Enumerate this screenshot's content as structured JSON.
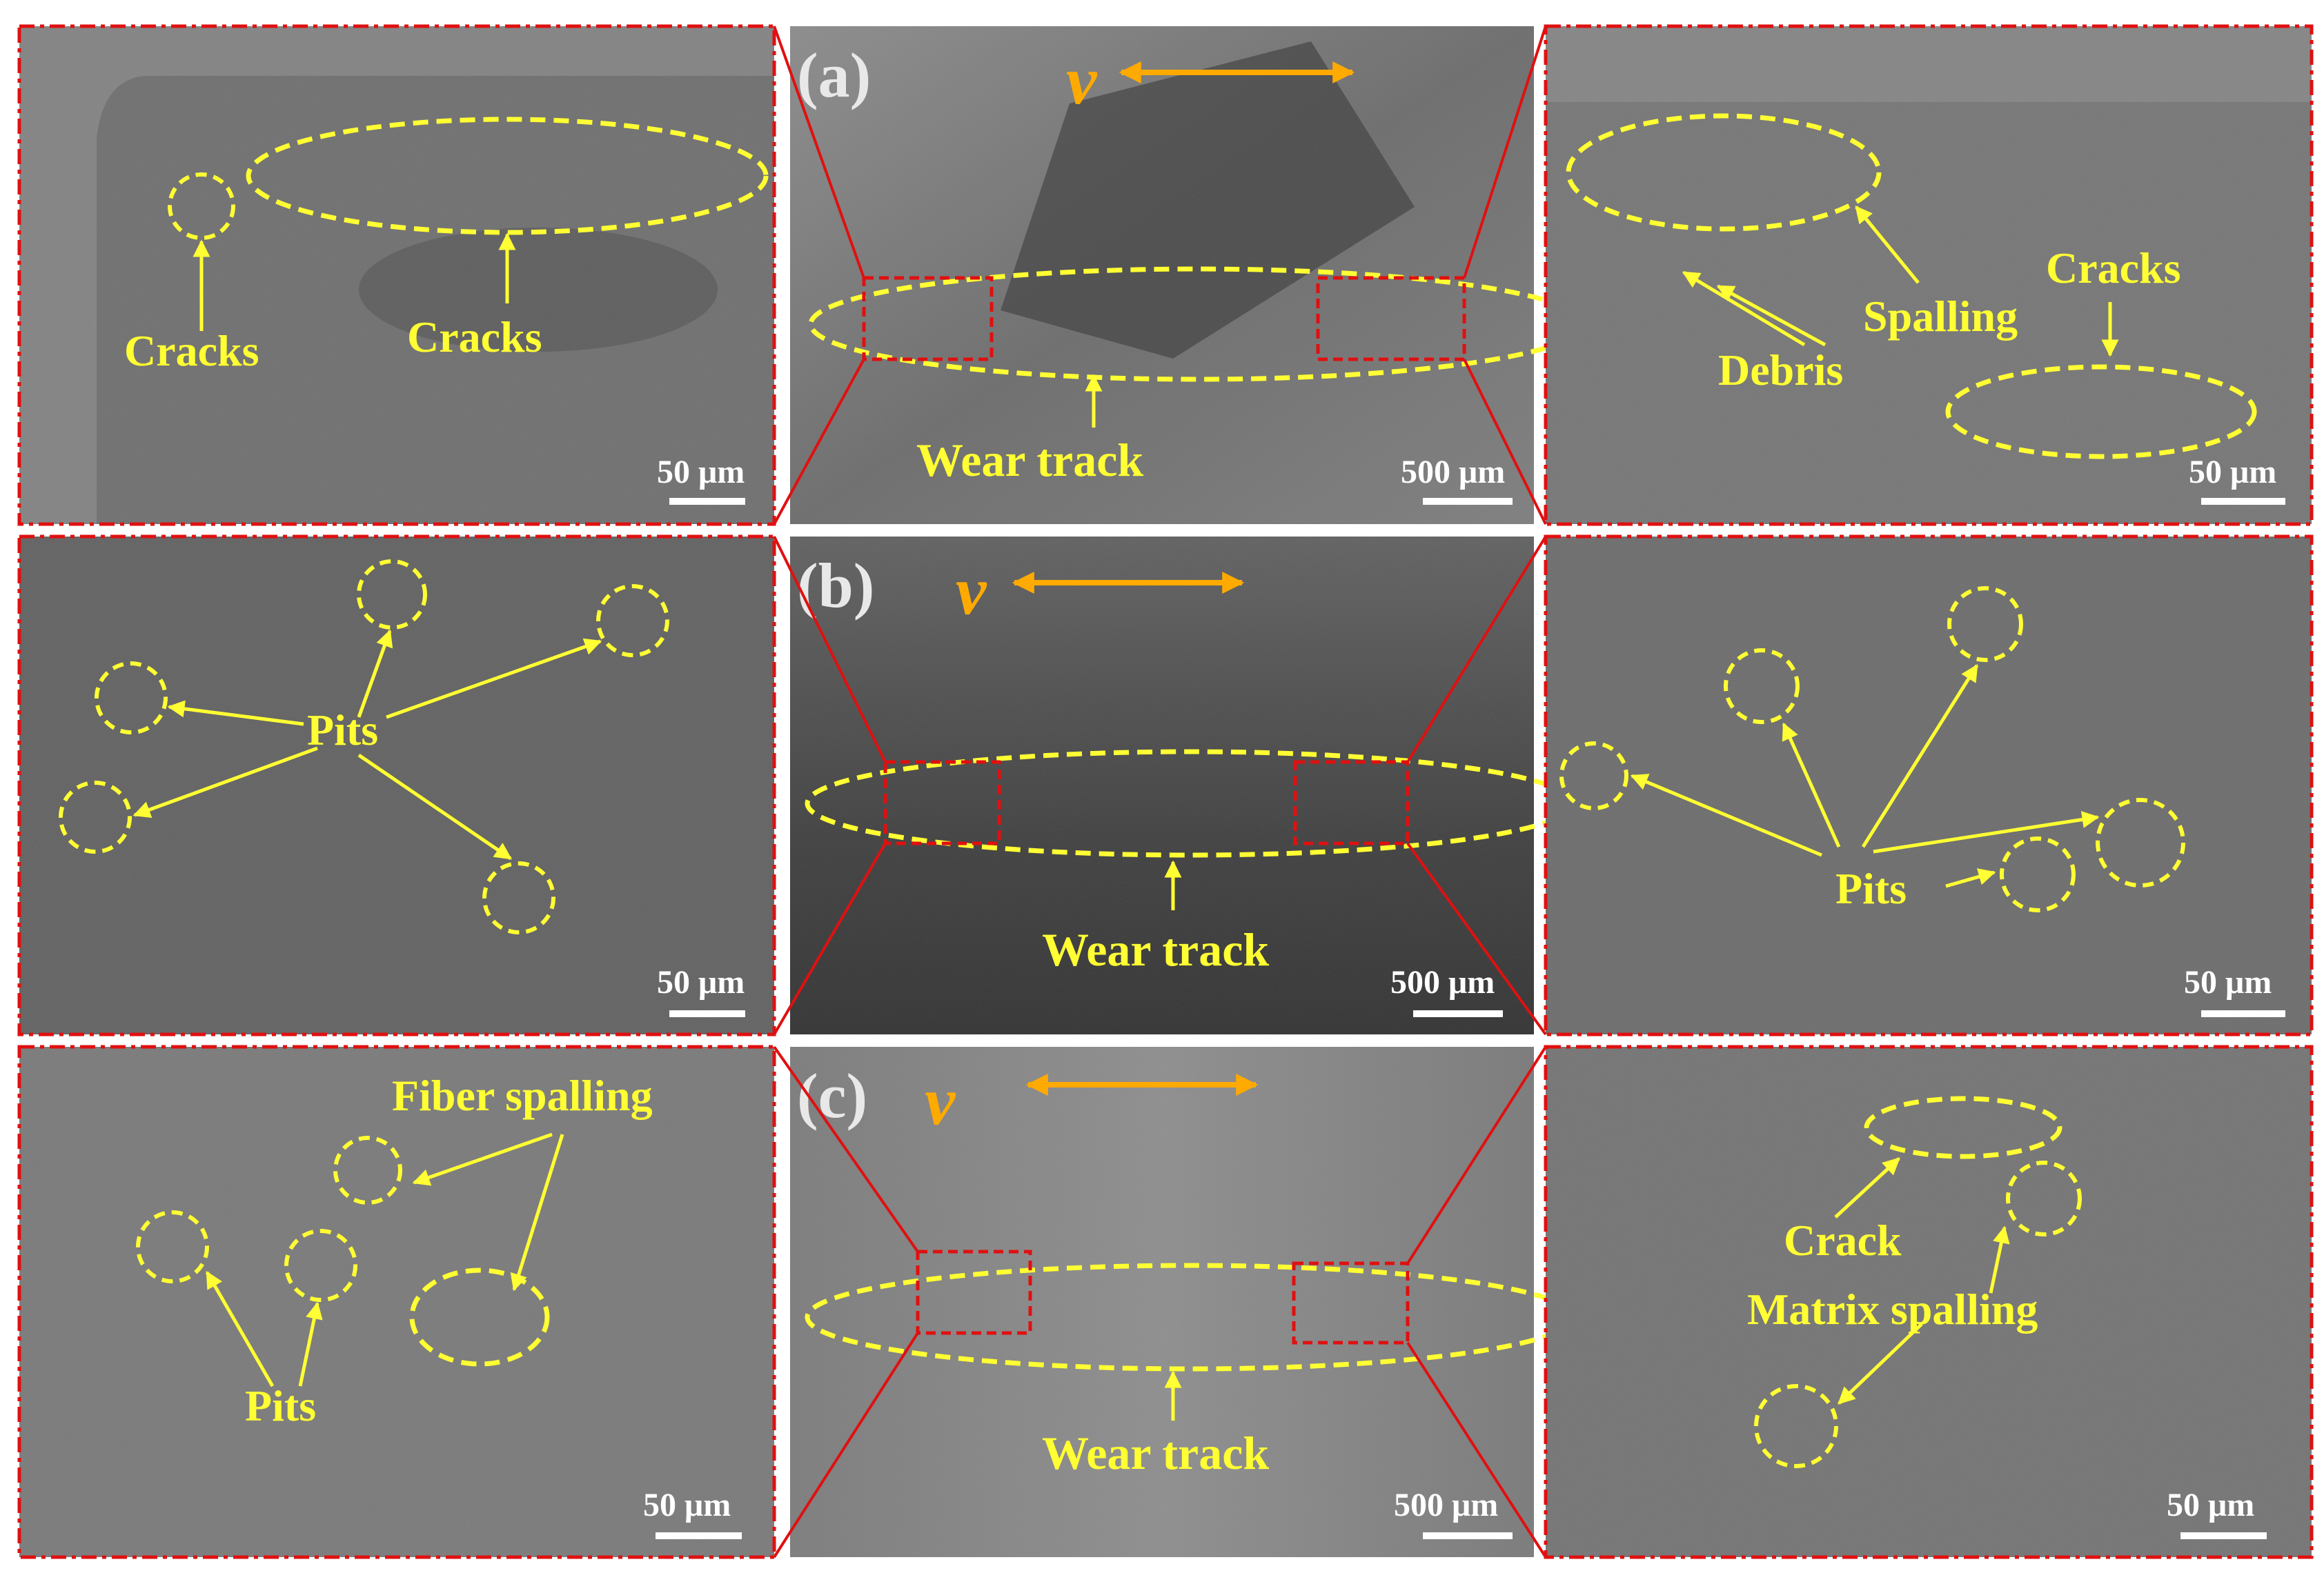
{
  "rows": [
    {
      "letter": "(a)",
      "velocity": "v",
      "center_label": "Wear track",
      "center_scale": "500 μm",
      "left_labels": [
        "Cracks",
        "Cracks"
      ],
      "left_scale": "50 μm",
      "right_labels": [
        "Spalling",
        "Debris",
        "Cracks"
      ],
      "right_scale": "50 μm"
    },
    {
      "letter": "(b)",
      "velocity": "v",
      "center_label": "Wear track",
      "center_scale": "500 μm",
      "left_labels": [
        "Pits"
      ],
      "left_scale": "50 μm",
      "right_labels": [
        "Pits"
      ],
      "right_scale": "50 μm"
    },
    {
      "letter": "(c)",
      "velocity": "v",
      "center_label": "Wear track",
      "center_scale": "500 μm",
      "left_labels": [
        "Fiber spalling",
        "Pits"
      ],
      "left_scale": "50 μm",
      "right_labels": [
        "Crack",
        "Matrix spalling"
      ],
      "right_scale": "50 μm"
    }
  ],
  "colors": {
    "annotation": "#ffff33",
    "velocity_arrow": "#ffaa00",
    "highlight_box": "#e01010",
    "scale_text": "#ffffff"
  }
}
